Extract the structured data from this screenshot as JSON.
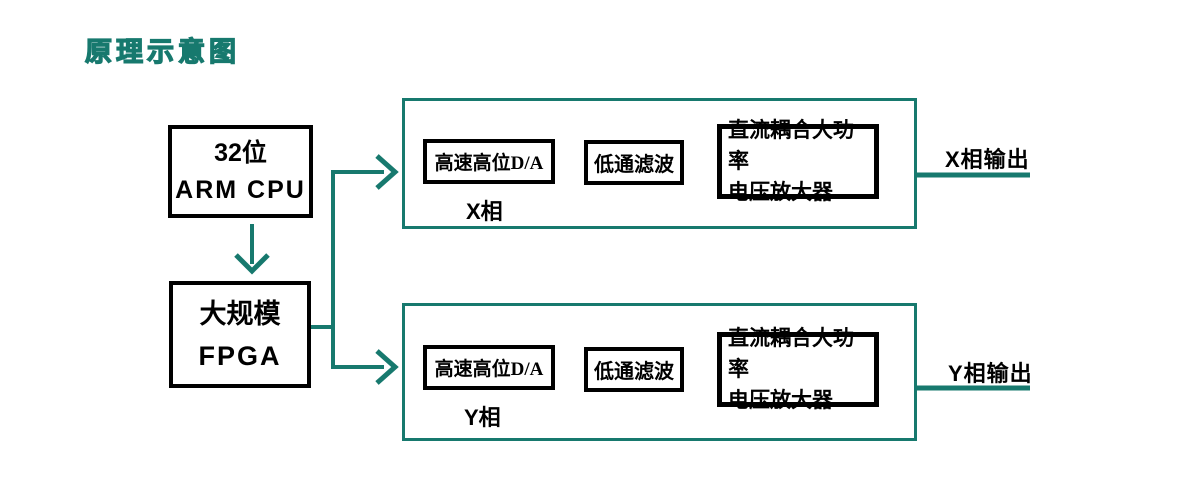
{
  "title": "原理示意图",
  "colors": {
    "accent_teal": "#17796E",
    "block_border": "#000000",
    "text": "#000000",
    "background": "#FFFFFF"
  },
  "controller": {
    "cpu_line1": "32位",
    "cpu_line2": "ARM CPU",
    "fpga_line1": "大规模",
    "fpga_line2": "FPGA"
  },
  "channels": [
    {
      "dac": "高速高位D/A",
      "filter": "低通滤波",
      "amp_line1": "直流耦合大功率",
      "amp_line2": "电压放大器",
      "phase": "X相",
      "output": "X相输出"
    },
    {
      "dac": "高速高位D/A",
      "filter": "低通滤波",
      "amp_line1": "直流耦合大功率",
      "amp_line2": "电压放大器",
      "phase": "Y相",
      "output": "Y相输出"
    }
  ]
}
